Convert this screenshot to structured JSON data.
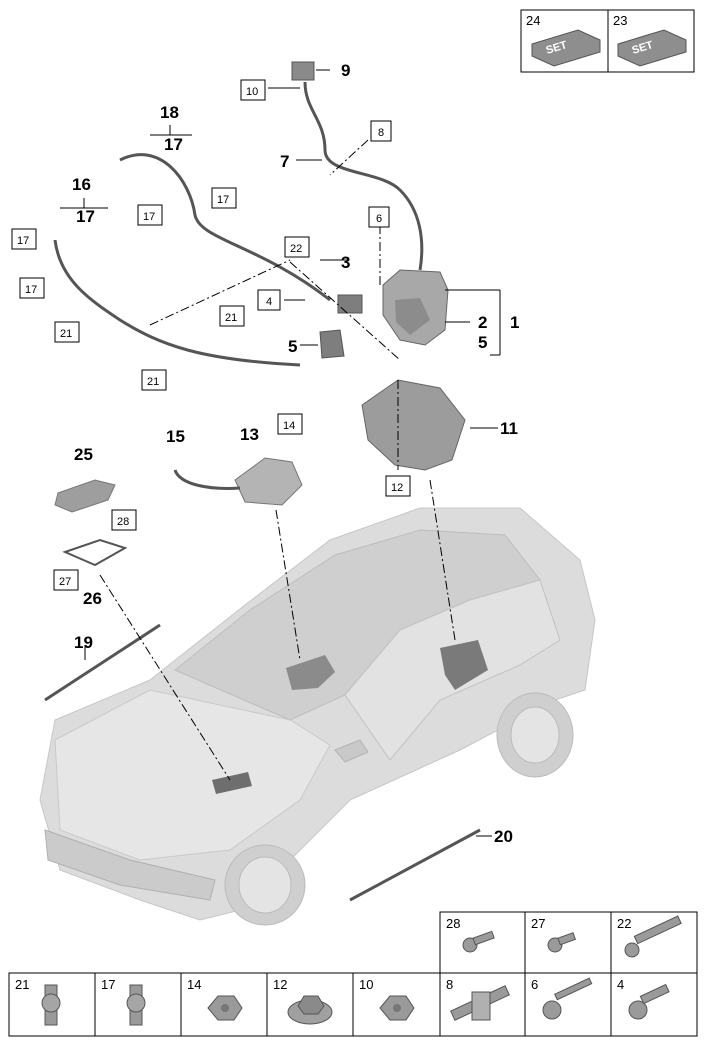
{
  "callouts": [
    {
      "id": "c1",
      "text": "1",
      "style": "plain"
    },
    {
      "id": "c2",
      "text": "2",
      "style": "plain"
    },
    {
      "id": "c3",
      "text": "3",
      "style": "plain"
    },
    {
      "id": "c5",
      "text": "5",
      "style": "plain"
    },
    {
      "id": "c5b",
      "text": "5",
      "style": "plain"
    },
    {
      "id": "c7",
      "text": "7",
      "style": "plain"
    },
    {
      "id": "c9",
      "text": "9",
      "style": "plain"
    },
    {
      "id": "c11",
      "text": "11",
      "style": "plain"
    },
    {
      "id": "c13",
      "text": "13",
      "style": "plain"
    },
    {
      "id": "c15",
      "text": "15",
      "style": "plain"
    },
    {
      "id": "c16",
      "text": "16",
      "style": "plain"
    },
    {
      "id": "c17a",
      "text": "17",
      "style": "plain"
    },
    {
      "id": "c17b",
      "text": "17",
      "style": "plain"
    },
    {
      "id": "c18",
      "text": "18",
      "style": "plain"
    },
    {
      "id": "c19",
      "text": "19",
      "style": "plain"
    },
    {
      "id": "c20",
      "text": "20",
      "style": "plain"
    },
    {
      "id": "c25",
      "text": "25",
      "style": "plain"
    },
    {
      "id": "c26",
      "text": "26",
      "style": "plain"
    },
    {
      "id": "b4",
      "text": "4",
      "style": "boxed"
    },
    {
      "id": "b6",
      "text": "6",
      "style": "boxed"
    },
    {
      "id": "b8",
      "text": "8",
      "style": "boxed"
    },
    {
      "id": "b10",
      "text": "10",
      "style": "boxed"
    },
    {
      "id": "b12",
      "text": "12",
      "style": "boxed"
    },
    {
      "id": "b14",
      "text": "14",
      "style": "boxed"
    },
    {
      "id": "b17a",
      "text": "17",
      "style": "boxed"
    },
    {
      "id": "b17b",
      "text": "17",
      "style": "boxed"
    },
    {
      "id": "b17c",
      "text": "17",
      "style": "boxed"
    },
    {
      "id": "b17d",
      "text": "17",
      "style": "boxed"
    },
    {
      "id": "b21a",
      "text": "21",
      "style": "boxed"
    },
    {
      "id": "b21b",
      "text": "21",
      "style": "boxed"
    },
    {
      "id": "b21c",
      "text": "21",
      "style": "boxed"
    },
    {
      "id": "b22",
      "text": "22",
      "style": "boxed"
    },
    {
      "id": "b27",
      "text": "27",
      "style": "boxed"
    },
    {
      "id": "b28",
      "text": "28",
      "style": "boxed"
    }
  ],
  "set_table": {
    "cells": [
      {
        "number": "24",
        "badge": "SET"
      },
      {
        "number": "23",
        "badge": "SET"
      }
    ]
  },
  "hardware_table": {
    "top_row": [
      {
        "number": "28",
        "icon": "bolt-icon"
      },
      {
        "number": "27",
        "icon": "bolt-icon"
      },
      {
        "number": "22",
        "icon": "long-bolt-icon"
      }
    ],
    "bottom_row": [
      {
        "number": "21",
        "icon": "clip-icon"
      },
      {
        "number": "17",
        "icon": "clip-icon"
      },
      {
        "number": "14",
        "icon": "nut-icon"
      },
      {
        "number": "12",
        "icon": "flange-nut-icon"
      },
      {
        "number": "10",
        "icon": "nut-icon"
      },
      {
        "number": "8",
        "icon": "cable-clip-icon"
      },
      {
        "number": "6",
        "icon": "stud-bolt-icon"
      },
      {
        "number": "4",
        "icon": "bolt-icon"
      }
    ]
  },
  "colors": {
    "car_body": "#dadada",
    "part_fill": "#9a9a9a",
    "badge_fill": "#8e8e8e"
  }
}
